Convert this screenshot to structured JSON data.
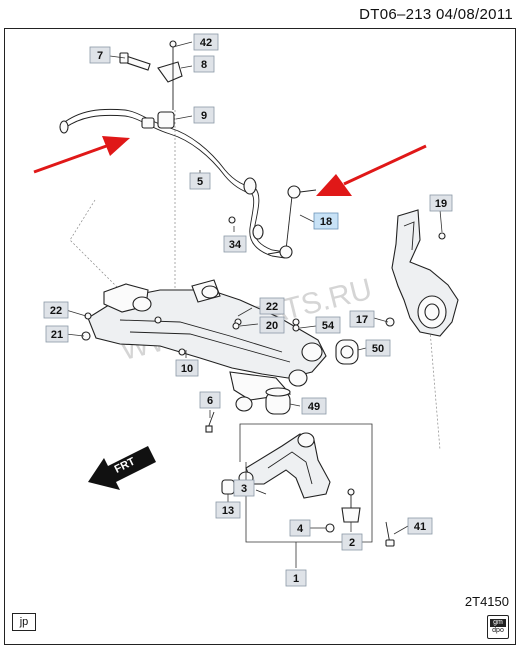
{
  "header": {
    "doc_code": "DT06–213  04/08/2011"
  },
  "footer": {
    "drawing_id": "2T4150",
    "language_tag": "jp",
    "brand_top": "gm",
    "brand_bottom": "dpo"
  },
  "watermark": "WWW.ELCATS.RU",
  "direction_label": "FRT",
  "callouts": [
    "42",
    "8",
    "7",
    "9",
    "5",
    "18",
    "19",
    "34",
    "22",
    "20",
    "54",
    "17",
    "22",
    "21",
    "50",
    "10",
    "6",
    "49",
    "3",
    "13",
    "4",
    "2",
    "41",
    "1"
  ],
  "highlighted_callout": "18",
  "colors": {
    "arrow": "#e01818",
    "callout_fill": "#dfe3e8",
    "callout_highlight": "#c8e2f6",
    "line": "#222222"
  }
}
